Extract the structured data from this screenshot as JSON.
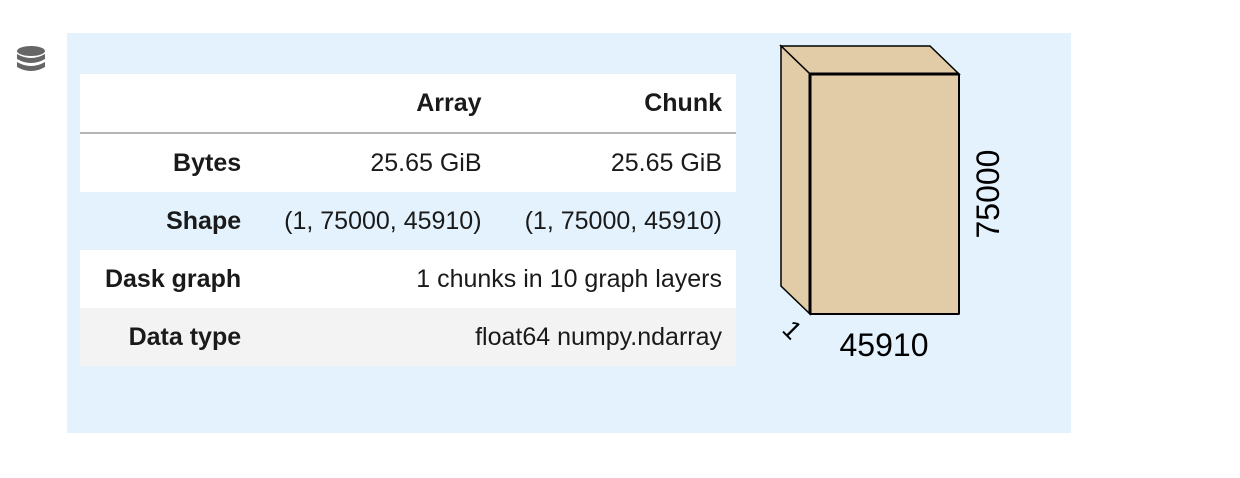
{
  "table": {
    "header": {
      "corner": "",
      "array": "Array",
      "chunk": "Chunk"
    },
    "rows": {
      "bytes": {
        "label": "Bytes",
        "array": "25.65 GiB",
        "chunk": "25.65 GiB"
      },
      "shape": {
        "label": "Shape",
        "array": "(1, 75000, 45910)",
        "chunk": "(1, 75000, 45910)"
      },
      "dask_graph": {
        "label": "Dask graph",
        "value": "1 chunks in 10 graph layers"
      },
      "data_type": {
        "label": "Data type",
        "value": "float64 numpy.ndarray"
      }
    }
  },
  "visualization": {
    "dim_depth": "1",
    "dim_height": "75000",
    "dim_width": "45910",
    "fill_color": "#e2cca8",
    "stroke_color": "#000000"
  },
  "icons": {
    "dataset": "database-icon"
  },
  "colors": {
    "panel_bg": "#e3f2fc",
    "row_alt": "#f3f3f3"
  }
}
